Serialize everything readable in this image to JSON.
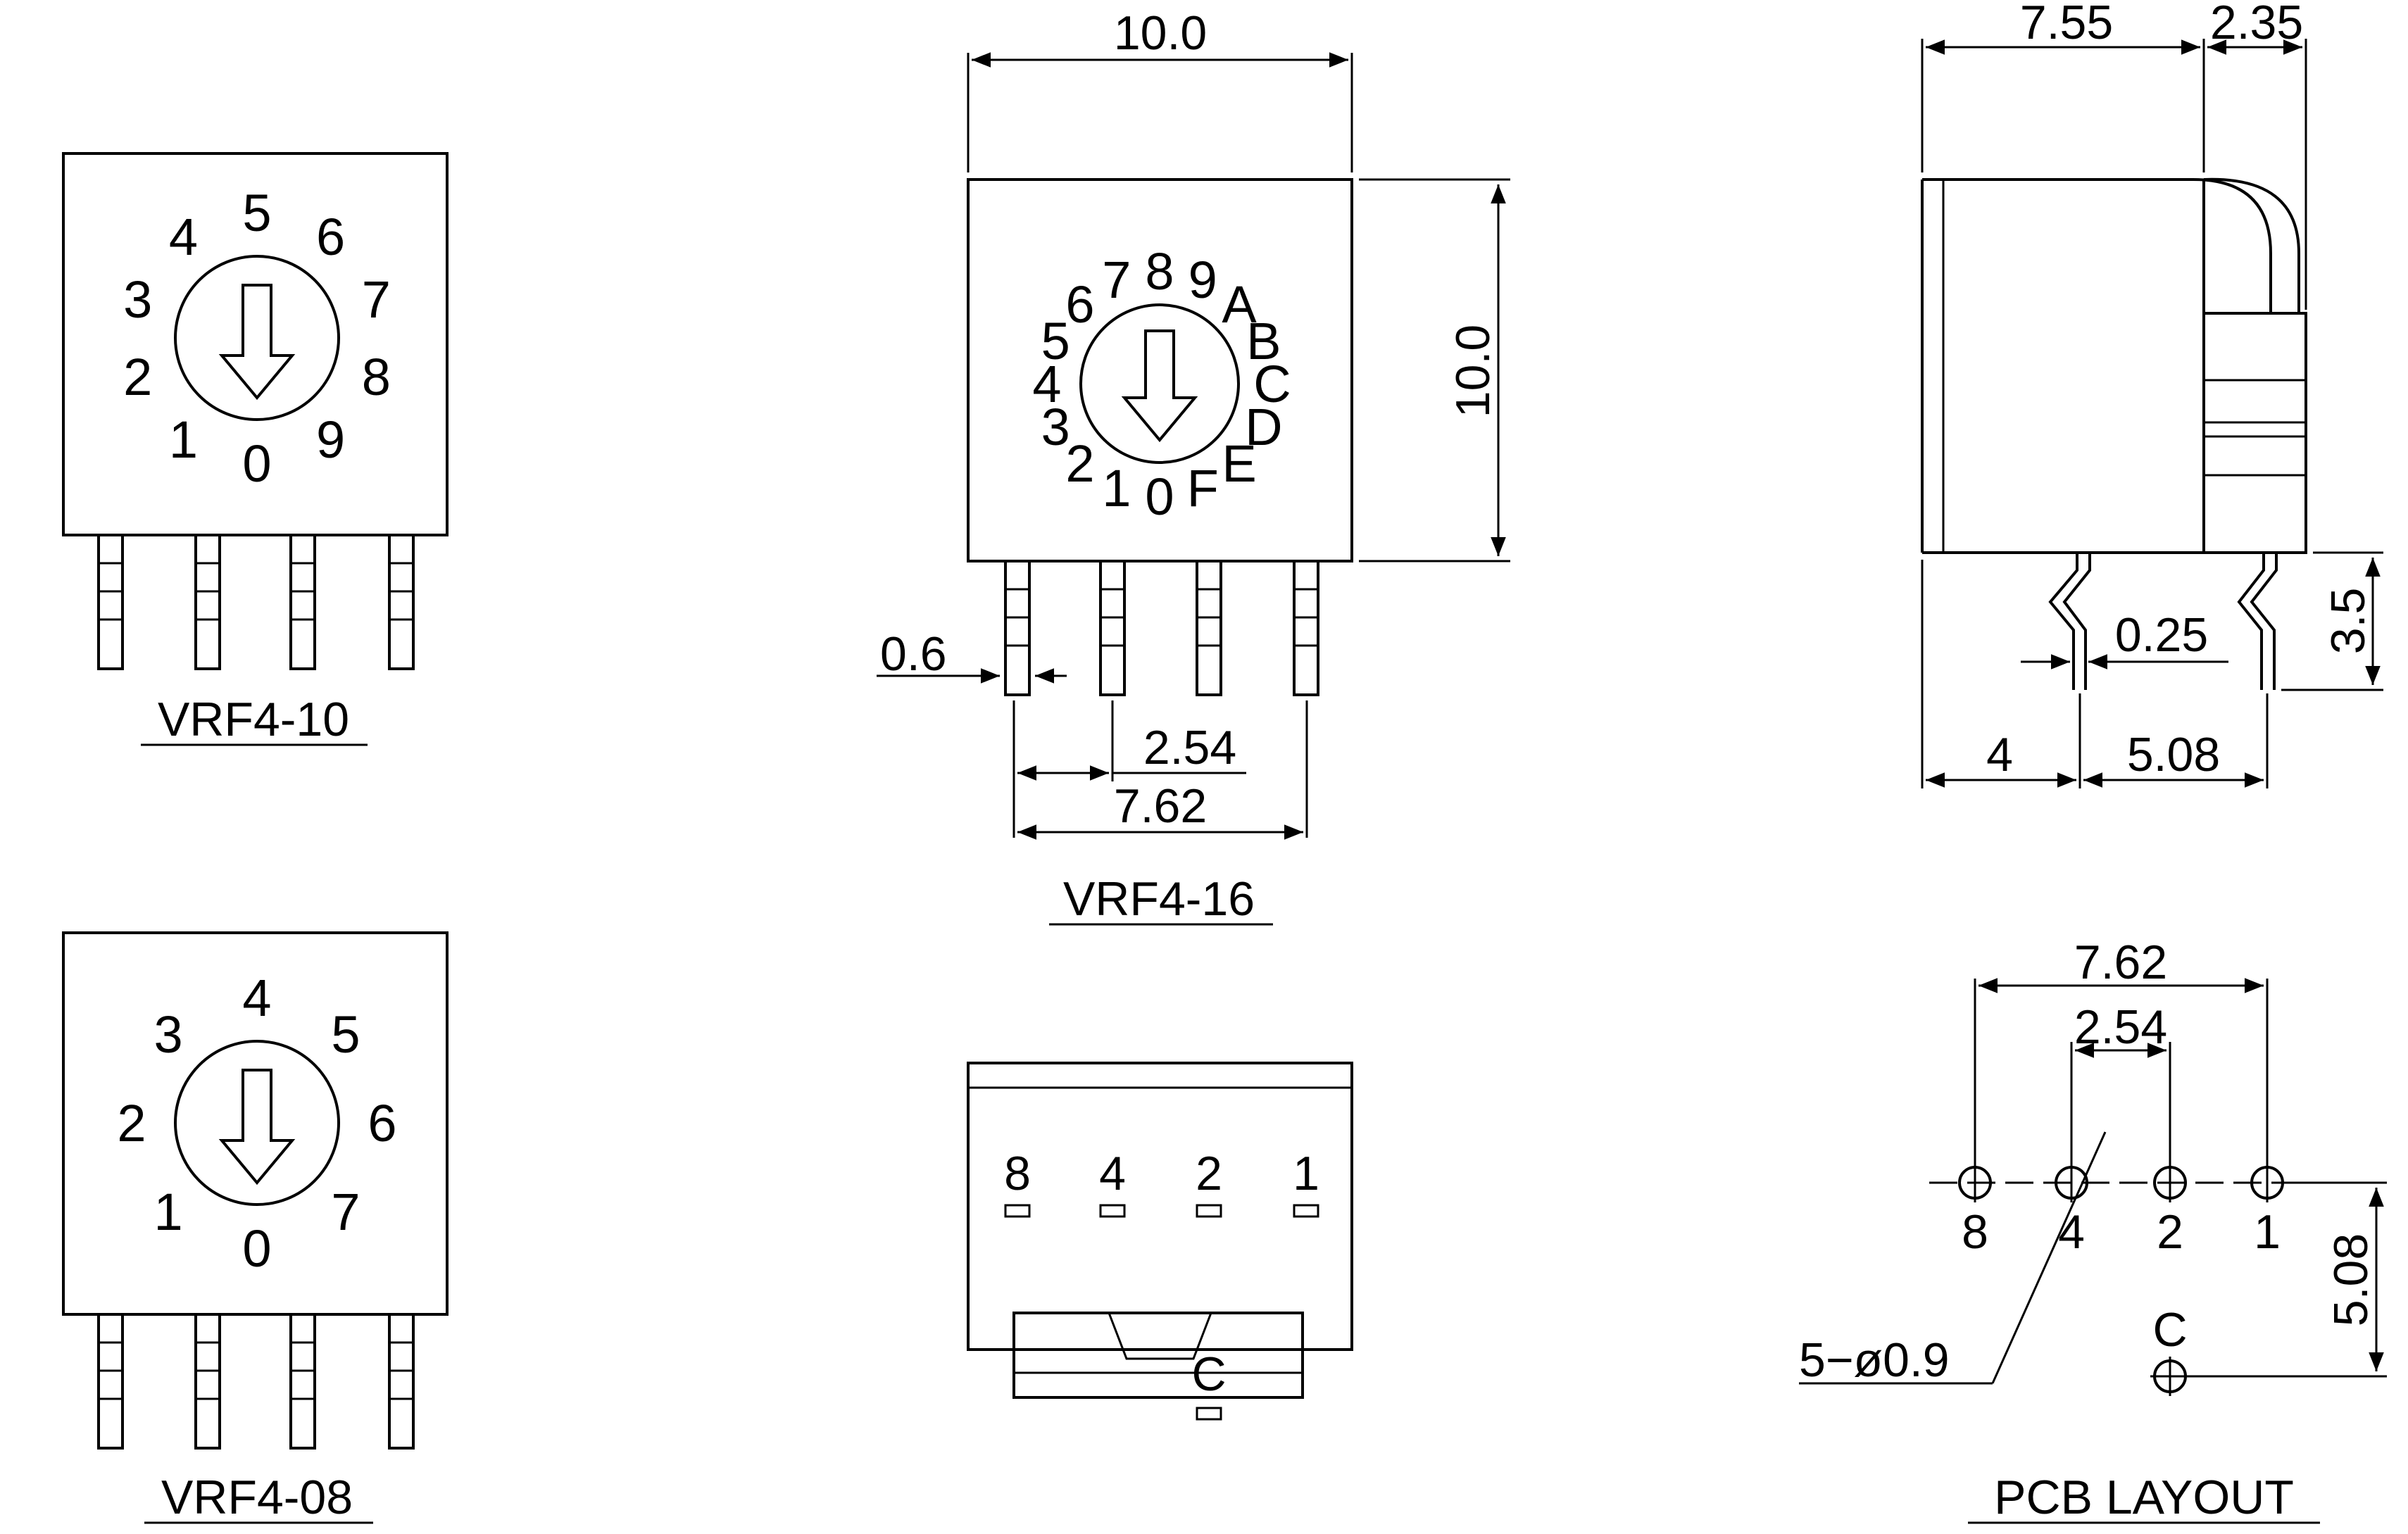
{
  "captions": {
    "vrf4_10": "VRF4-10",
    "vrf4_16": "VRF4-16",
    "vrf4_08": "VRF4-08",
    "pcb": "PCB LAYOUT"
  },
  "dial_10": [
    "0",
    "1",
    "2",
    "3",
    "4",
    "5",
    "6",
    "7",
    "8",
    "9"
  ],
  "dial_16": [
    "0",
    "1",
    "2",
    "3",
    "4",
    "5",
    "6",
    "7",
    "8",
    "9",
    "A",
    "B",
    "C",
    "D",
    "E",
    "F"
  ],
  "dial_08": [
    "0",
    "1",
    "2",
    "3",
    "4",
    "5",
    "6",
    "7"
  ],
  "front_dims": {
    "width": "10.0",
    "height": "10.0",
    "pin_width": "0.6",
    "pin_pitch": "2.54",
    "pin_span": "7.62"
  },
  "side_dims": {
    "body_depth": "7.55",
    "knob_offset": "2.35",
    "pin_height": "3.5",
    "pin_thickness": "0.25",
    "front_to_pin": "4",
    "pin_to_pin": "5.08"
  },
  "bottom_view": {
    "pin_labels": [
      "8",
      "4",
      "2",
      "1"
    ],
    "common_label": "C"
  },
  "pcb": {
    "span": "7.62",
    "pitch": "2.54",
    "row_gap": "5.08",
    "hole_spec": "5−ø0.9",
    "pad_labels": [
      "8",
      "4",
      "2",
      "1"
    ],
    "common_label": "C"
  }
}
